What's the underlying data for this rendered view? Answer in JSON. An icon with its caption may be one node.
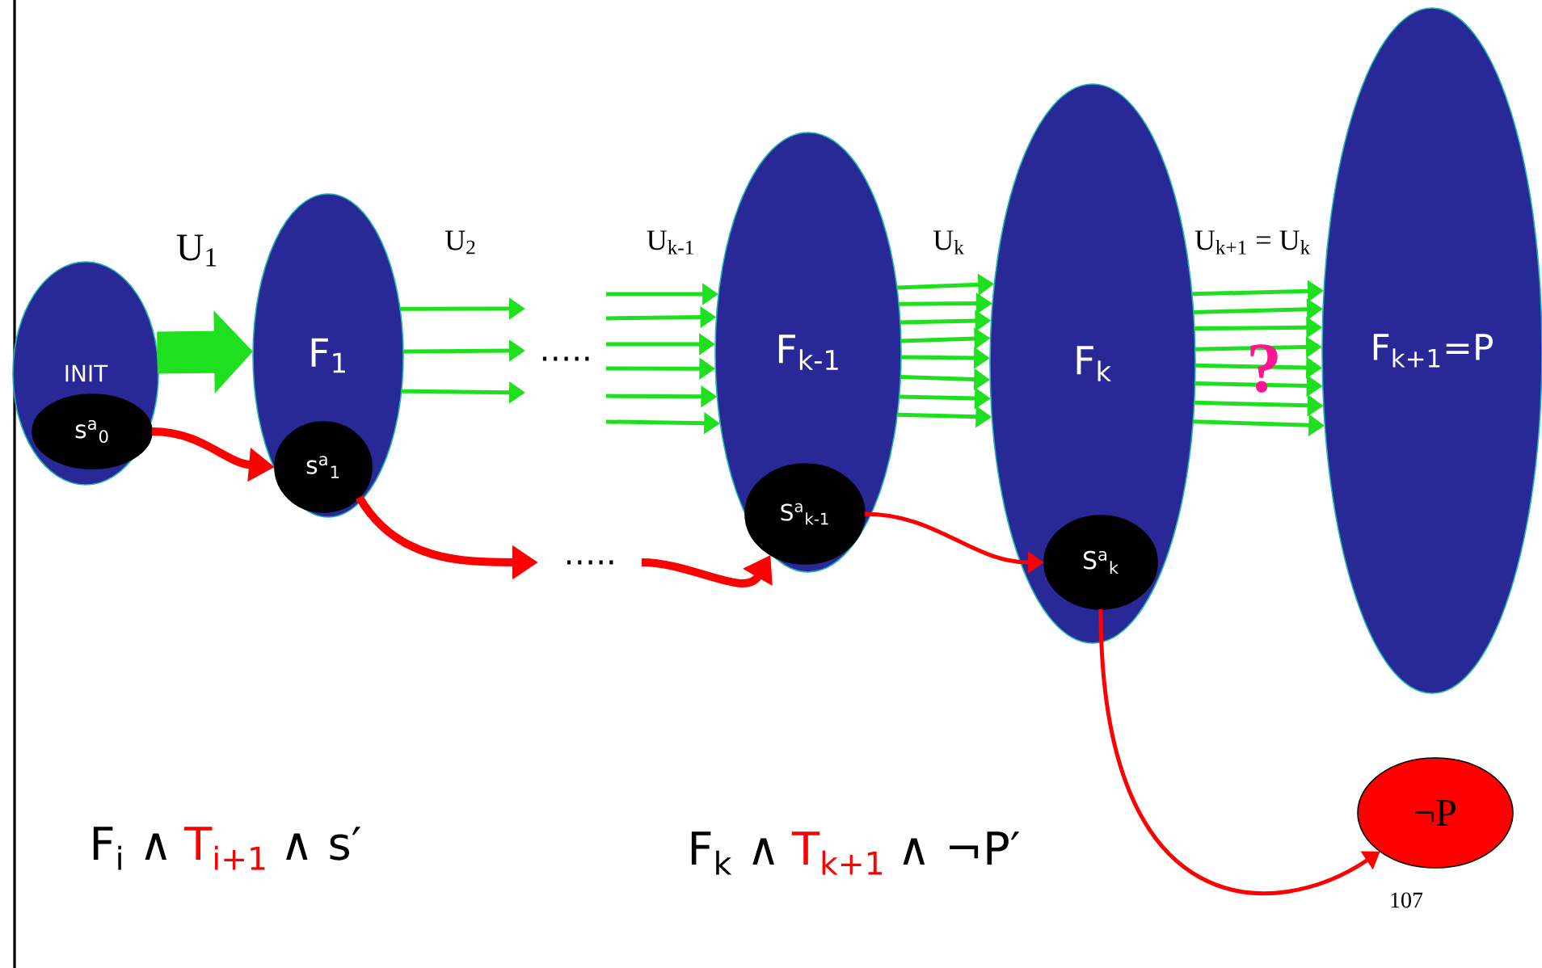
{
  "diagram": {
    "nodes": [
      {
        "text": [
          "INIT"
        ]
      },
      {
        "text": [
          "s$^{a}$$_{0}$"
        ],
        "in": 0
      },
      {
        "text": [
          "F$_{1}$"
        ]
      },
      {
        "text": [
          "s$^{a}$$_{1}$"
        ],
        "in": 2
      },
      {
        "text": [
          "….."
        ]
      },
      {
        "text": [
          "….."
        ]
      },
      {
        "text": [
          "F$_{k-1}$"
        ]
      },
      {
        "text": [
          "S$^{a}$$_{k-1}$"
        ],
        "in": 6
      },
      {
        "text": [
          "F$_{k}$"
        ]
      },
      {
        "text": [
          "S$^{a}$$_{k}$"
        ],
        "in": 8
      },
      {
        "text": [
          "F$_{k+1}$=P"
        ]
      },
      {
        "text": [
          "¬P"
        ]
      }
    ],
    "edges": [
      {
        "from": 0,
        "to": 2,
        "arrow": "to",
        "style": "thick"
      },
      {
        "from": 2,
        "to": 4,
        "arrow": "to"
      },
      {
        "from": 2,
        "to": 4,
        "arrow": "to"
      },
      {
        "from": 2,
        "to": 4,
        "arrow": "to"
      },
      {
        "from": 4,
        "to": 6,
        "arrow": "to"
      },
      {
        "from": 4,
        "to": 6,
        "arrow": "to"
      },
      {
        "from": 4,
        "to": 6,
        "arrow": "to"
      },
      {
        "from": 4,
        "to": 6,
        "arrow": "to"
      },
      {
        "from": 4,
        "to": 6,
        "arrow": "to"
      },
      {
        "from": 4,
        "to": 6,
        "arrow": "to"
      },
      {
        "from": 6,
        "to": 8,
        "arrow": "to"
      },
      {
        "from": 6,
        "to": 8,
        "arrow": "to"
      },
      {
        "from": 6,
        "to": 8,
        "arrow": "to"
      },
      {
        "from": 6,
        "to": 8,
        "arrow": "to"
      },
      {
        "from": 6,
        "to": 8,
        "arrow": "to"
      },
      {
        "from": 6,
        "to": 8,
        "arrow": "to"
      },
      {
        "from": 6,
        "to": 8,
        "arrow": "to"
      },
      {
        "from": 6,
        "to": 8,
        "arrow": "to"
      },
      {
        "from": 8,
        "to": 10,
        "arrow": "to"
      },
      {
        "from": 8,
        "to": 10,
        "arrow": "to"
      },
      {
        "from": 8,
        "to": 10,
        "arrow": "to"
      },
      {
        "from": 8,
        "to": 10,
        "arrow": "to"
      },
      {
        "from": 8,
        "to": 10,
        "arrow": "to"
      },
      {
        "from": 8,
        "to": 10,
        "arrow": "to"
      },
      {
        "from": 8,
        "to": 10,
        "arrow": "to"
      },
      {
        "from": 8,
        "to": 10,
        "arrow": "to"
      },
      {
        "from": 1,
        "to": 3,
        "arrow": "to",
        "style": "thick",
        "color": "#ff0000"
      },
      {
        "from": 3,
        "to": 5,
        "arrow": "to",
        "style": "thick",
        "color": "#ff0000"
      },
      {
        "from": 5,
        "to": 7,
        "arrow": "to",
        "style": "thick",
        "color": "#ff0000"
      },
      {
        "from": 7,
        "to": 9,
        "arrow": "to",
        "color": "#ff0000"
      },
      {
        "from": 9,
        "to": 11,
        "arrow": "to",
        "color": "#ff0000"
      }
    ],
    "labels": [
      "U$_{1}$",
      "U$_{2}$",
      "U$_{k-1}$",
      "U$_{k}$",
      "U$_{k+1}$ = U$_{k}$",
      "?",
      "F$_{i}$ ∧",
      "T$_{i+1}$",
      "∧ s′",
      "F$_{k}$ ∧",
      "T$_{k+1}$",
      "∧ ¬P′",
      "107"
    ]
  }
}
